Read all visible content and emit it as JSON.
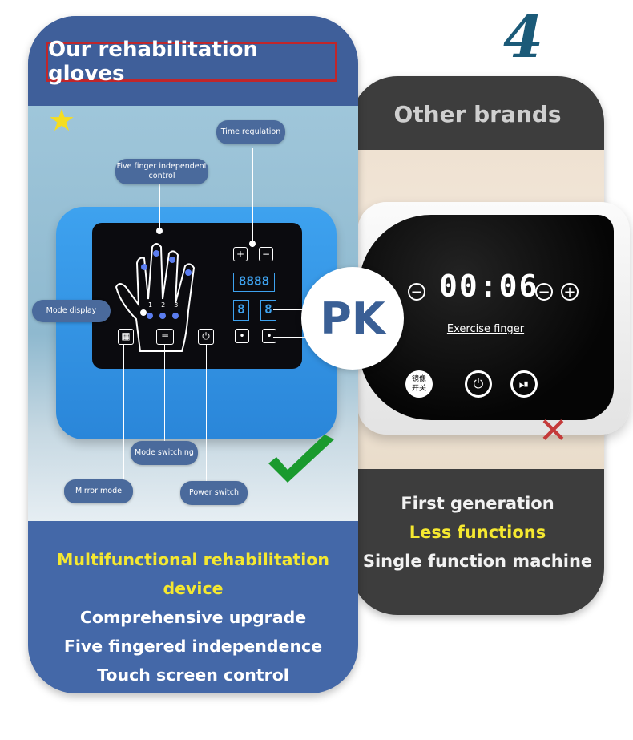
{
  "step_number": "4",
  "our_card": {
    "title": "Our rehabilitation gloves",
    "callouts": {
      "time_regulation": "Time regulation",
      "five_finger": "Five finger independent control",
      "mode_display": "Mode display",
      "mode_switching": "Mode switching",
      "mirror_mode": "Mirror mode",
      "power_switch": "Power switch"
    },
    "display_digits": "8888",
    "mode_digit_left": "8",
    "mode_digit_right": "8",
    "mode_numbers": [
      "1",
      "2",
      "3"
    ],
    "lines": [
      "Multifunctional rehabilitation device",
      "Comprehensive upgrade",
      "Five fingered independence",
      "Touch screen control"
    ],
    "highlight_color": "#f5e830",
    "card_color": "#4468a8"
  },
  "pk_label": "PK",
  "other_card": {
    "title": "Other brands",
    "timer": "00:06",
    "exercise_label": "Exercise finger",
    "mirror_key_label": "镜像\n开关",
    "lines": [
      "First generation",
      "Less functions",
      "Single function machine"
    ],
    "card_color": "#3d3d3d"
  }
}
